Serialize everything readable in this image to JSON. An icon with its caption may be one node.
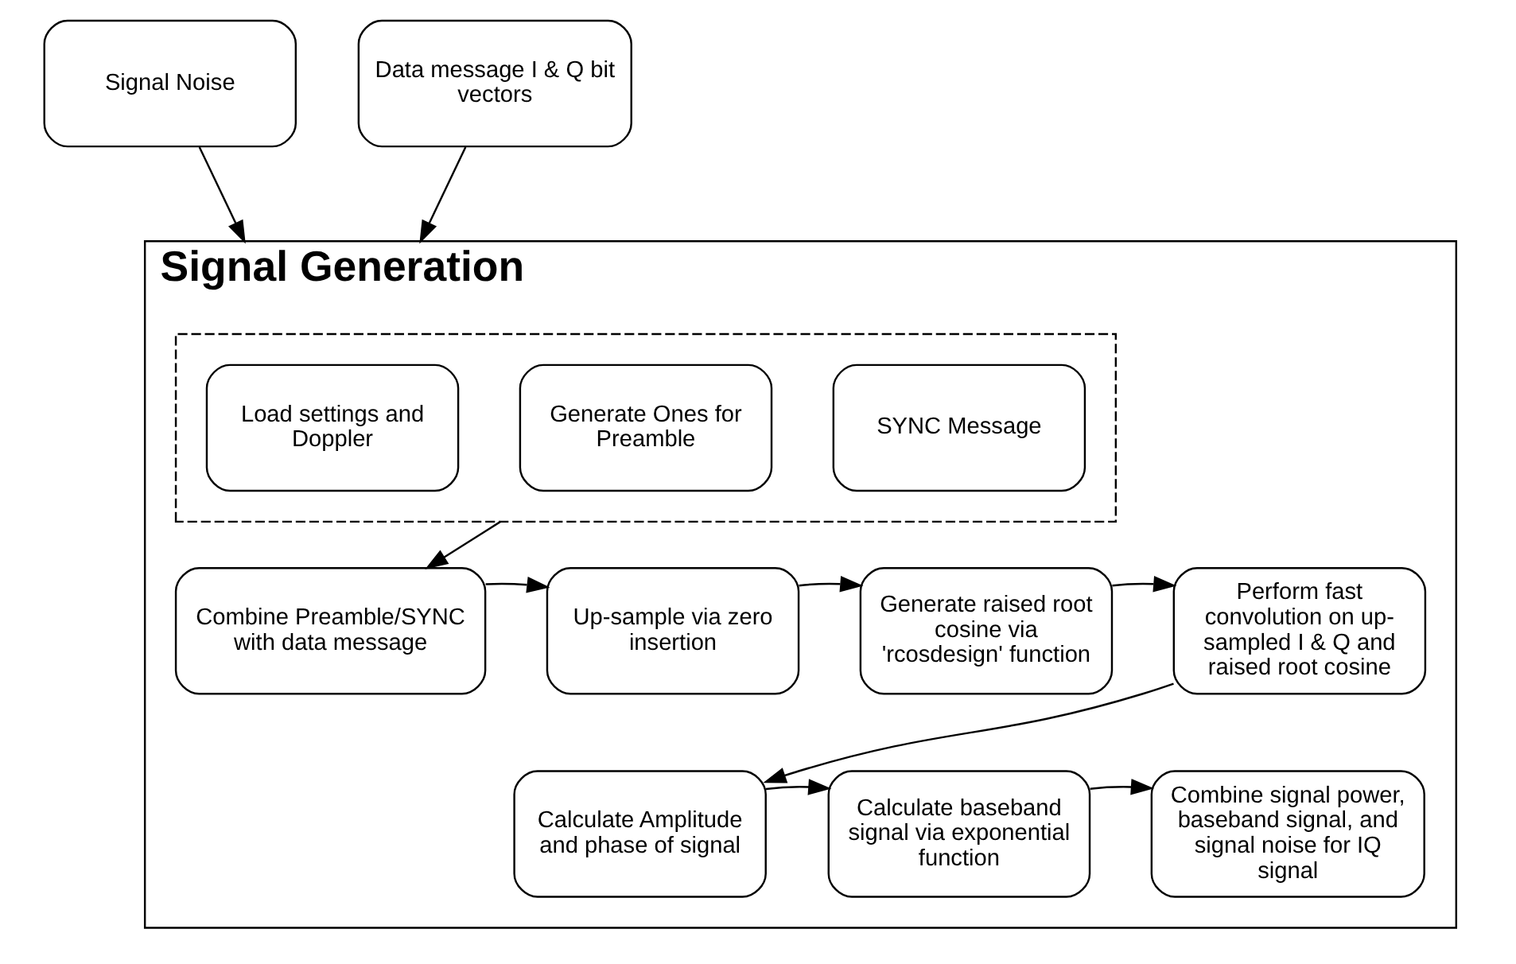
{
  "diagram": {
    "nodes": [
      {
        "text": [
          "Signal Noise"
        ]
      },
      {
        "text": [
          "Data message I & Q bit vectors"
        ]
      },
      {
        "text": [
          "Signal Generation"
        ]
      },
      {
        "text": [],
        "shape": "box",
        "in": 2
      },
      {
        "text": [
          "Load settings and Doppler"
        ],
        "in": 3
      },
      {
        "text": [
          "Generate Ones for Preamble"
        ],
        "in": 3
      },
      {
        "text": [
          "SYNC Message"
        ],
        "in": 3
      },
      {
        "text": [
          "Combine Preamble/SYNC with data message"
        ],
        "in": 2
      },
      {
        "text": [
          "Up-sample via zero insertion"
        ],
        "in": 2
      },
      {
        "text": [
          "Generate raised root cosine via 'rcosdesign' function"
        ],
        "in": 2
      },
      {
        "text": [
          "Perform fast convolution on up-sampled I & Q and raised root cosine"
        ],
        "in": 2
      },
      {
        "text": [
          "Calculate Amplitude and phase of signal"
        ],
        "in": 2
      },
      {
        "text": [
          "Calculate baseband signal via exponential function"
        ],
        "in": 2
      },
      {
        "text": [
          "Combine signal power, baseband signal, and signal noise for IQ signal"
        ],
        "in": 2
      }
    ],
    "edges": [
      {
        "from": 0,
        "to": 2,
        "arrow": "to"
      },
      {
        "from": 1,
        "to": 2,
        "arrow": "to"
      },
      {
        "from": 3,
        "to": 7,
        "arrow": "to"
      },
      {
        "from": 7,
        "to": 8,
        "arrow": "to"
      },
      {
        "from": 8,
        "to": 9,
        "arrow": "to"
      },
      {
        "from": 9,
        "to": 10,
        "arrow": "to"
      },
      {
        "from": 10,
        "to": 11,
        "arrow": "to"
      },
      {
        "from": 11,
        "to": 12,
        "arrow": "to"
      },
      {
        "from": 12,
        "to": 13,
        "arrow": "to"
      }
    ]
  }
}
